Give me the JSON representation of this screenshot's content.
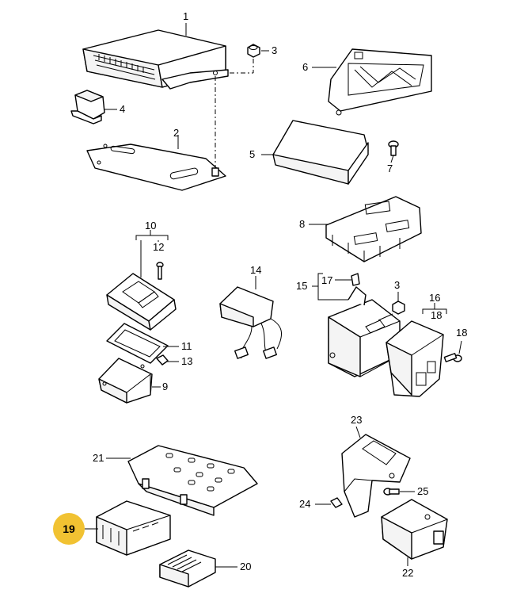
{
  "highlight_color": "#f1c232",
  "callouts": {
    "c1": "1",
    "c2": "2",
    "c3": "3",
    "c3b": "3",
    "c4": "4",
    "c5": "5",
    "c6": "6",
    "c7": "7",
    "c8": "8",
    "c9": "9",
    "c10": "10",
    "c11": "11",
    "c12": "12",
    "c13": "13",
    "c14": "14",
    "c15": "15",
    "c16": "16",
    "c17": "17",
    "c18": "18",
    "c18b": "18",
    "c19": "19",
    "c20": "20",
    "c21": "21",
    "c22": "22",
    "c23": "23",
    "c24": "24",
    "c25": "25"
  },
  "selected_callout": "19"
}
